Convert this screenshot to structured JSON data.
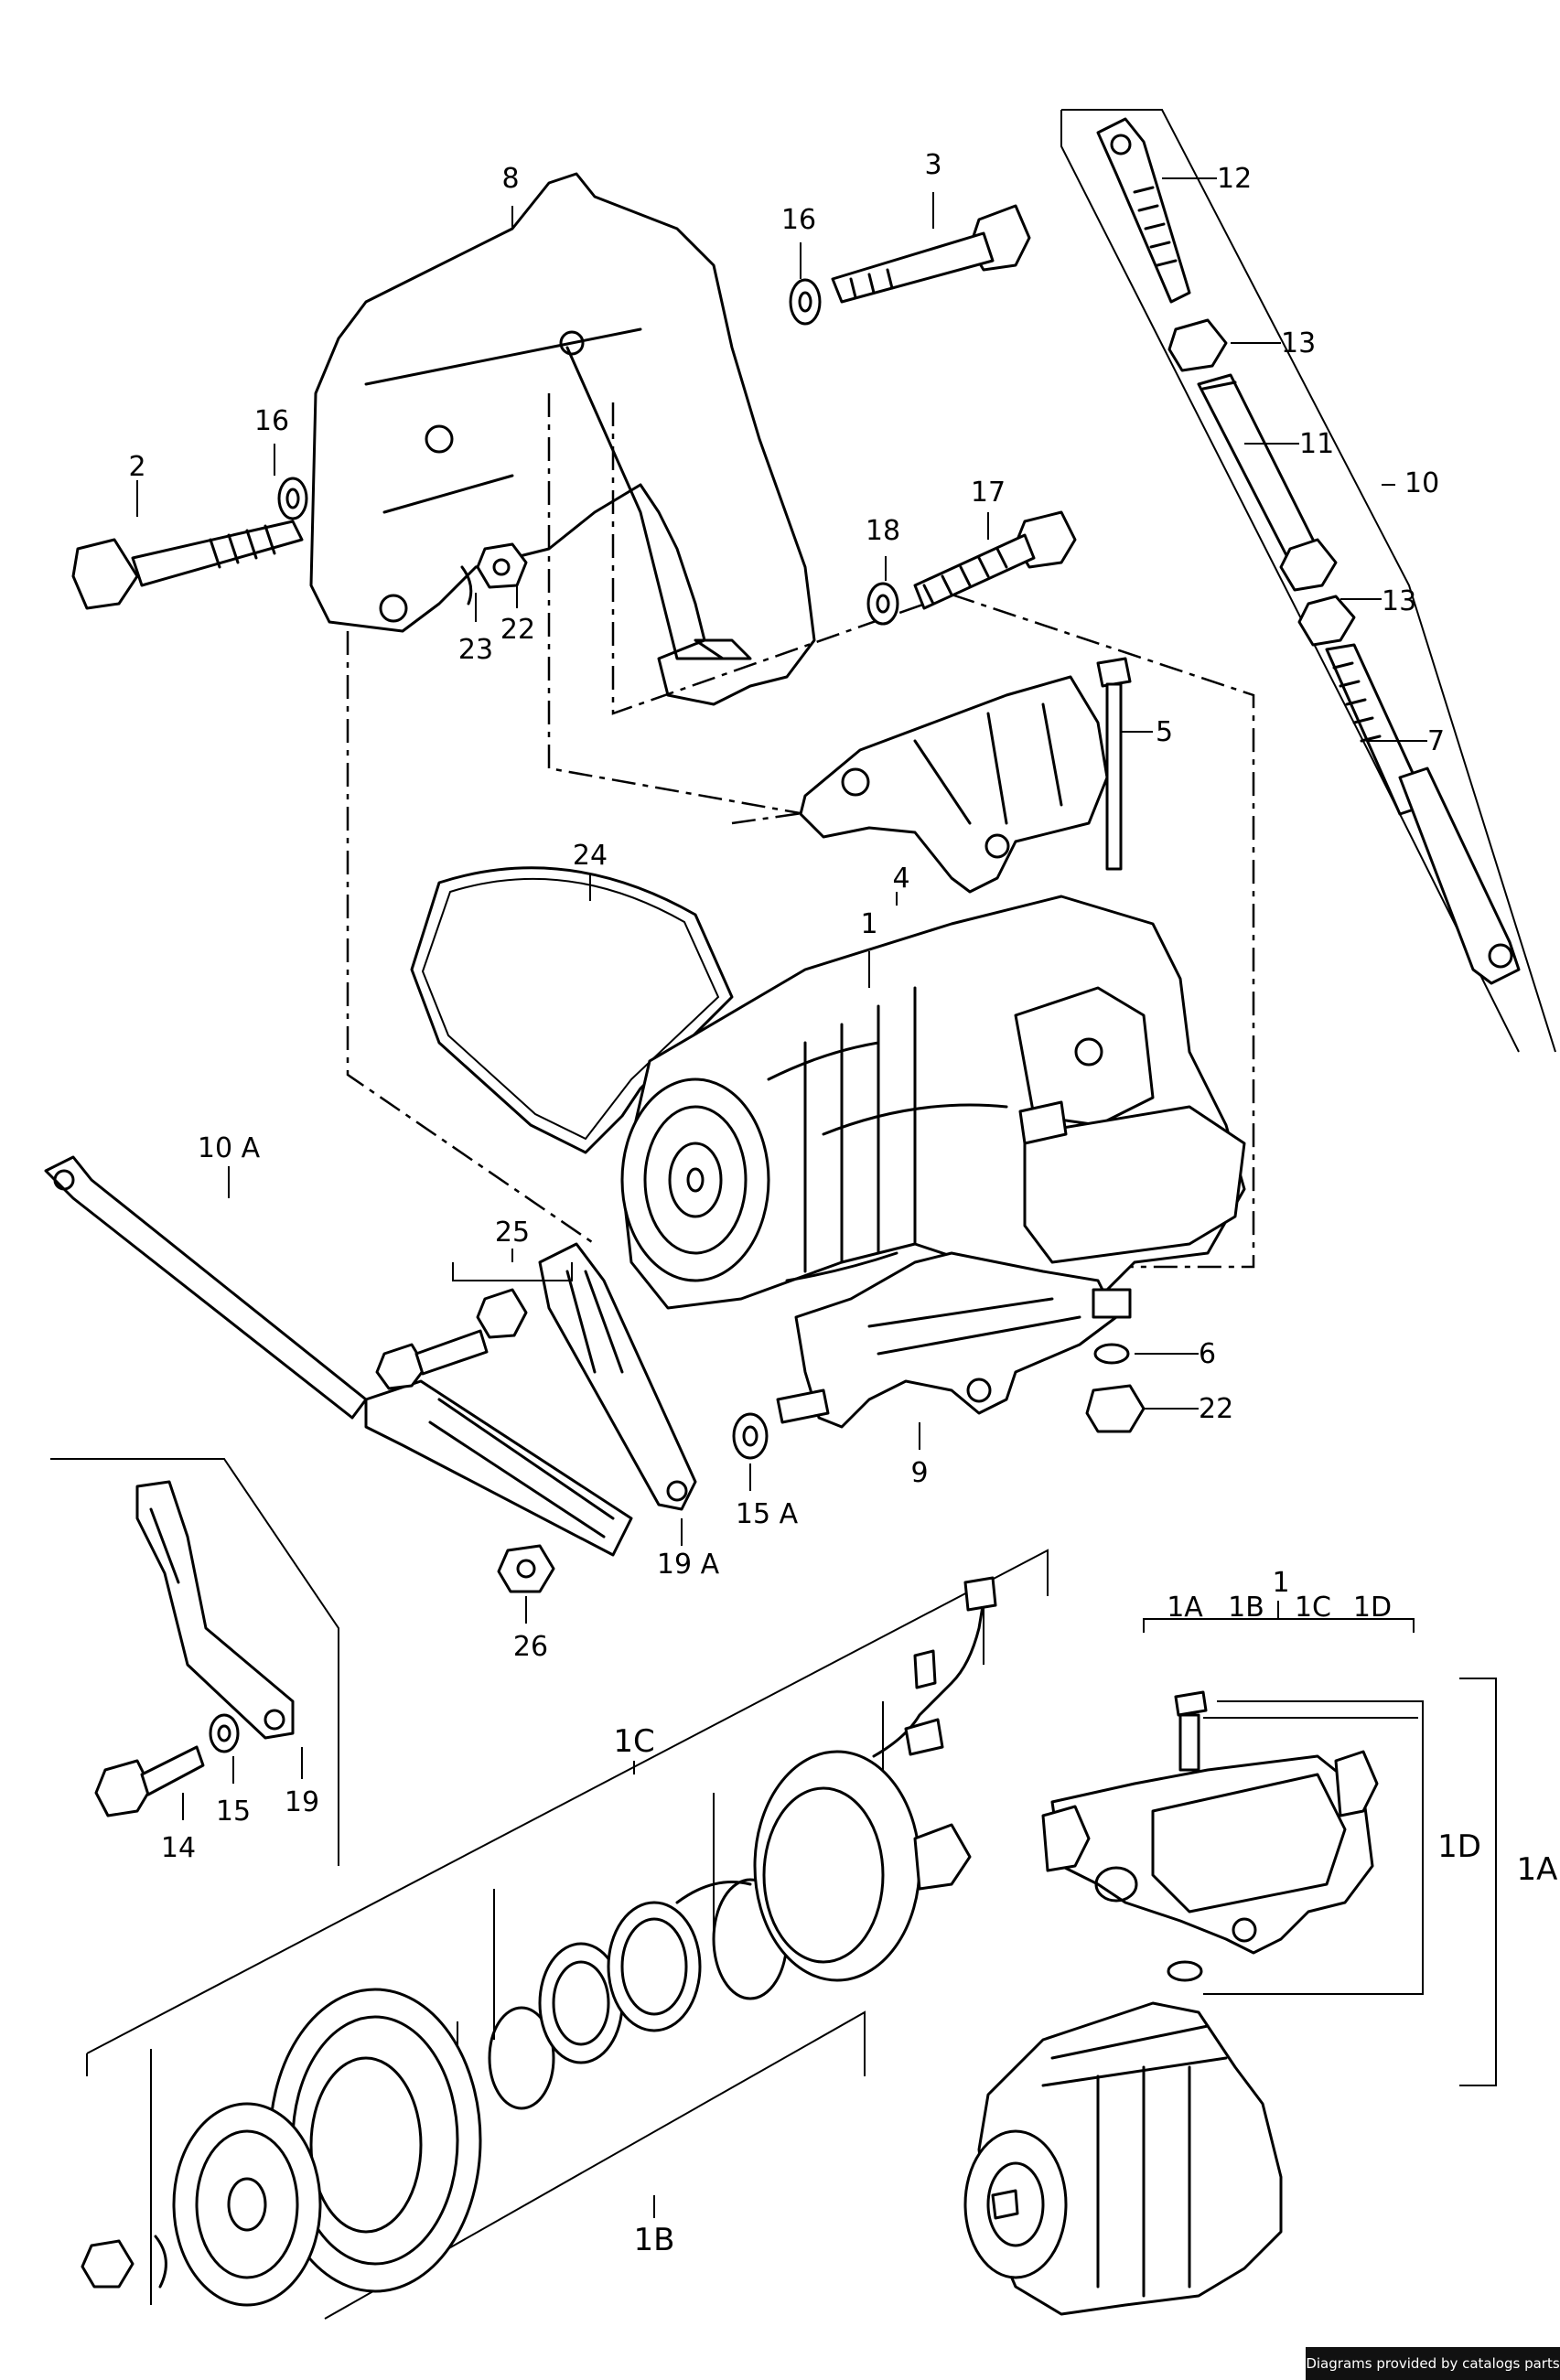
{
  "credit": "Diagrams provided by catalogs parts",
  "labels": {
    "l1": "1",
    "l1b": "1",
    "l1A": "1A",
    "l1A_r": "1A",
    "l1B": "1B",
    "l1B_b": "1B",
    "l1C": "1C",
    "l1C_b": "1C",
    "l1D": "1D",
    "l1D_r": "1D",
    "l2": "2",
    "l3": "3",
    "l4": "4",
    "l5": "5",
    "l6": "6",
    "l7": "7",
    "l8": "8",
    "l9": "9",
    "l10": "10",
    "l10A": "10 A",
    "l11": "11",
    "l12": "12",
    "l13a": "13",
    "l13b": "13",
    "l14": "14",
    "l15": "15",
    "l15A": "15 A",
    "l16a": "16",
    "l16b": "16",
    "l17": "17",
    "l18": "18",
    "l19": "19",
    "l19A": "19 A",
    "l22a": "22",
    "l22b": "22",
    "l23": "23",
    "l24": "24",
    "l25": "25",
    "l26": "26"
  }
}
